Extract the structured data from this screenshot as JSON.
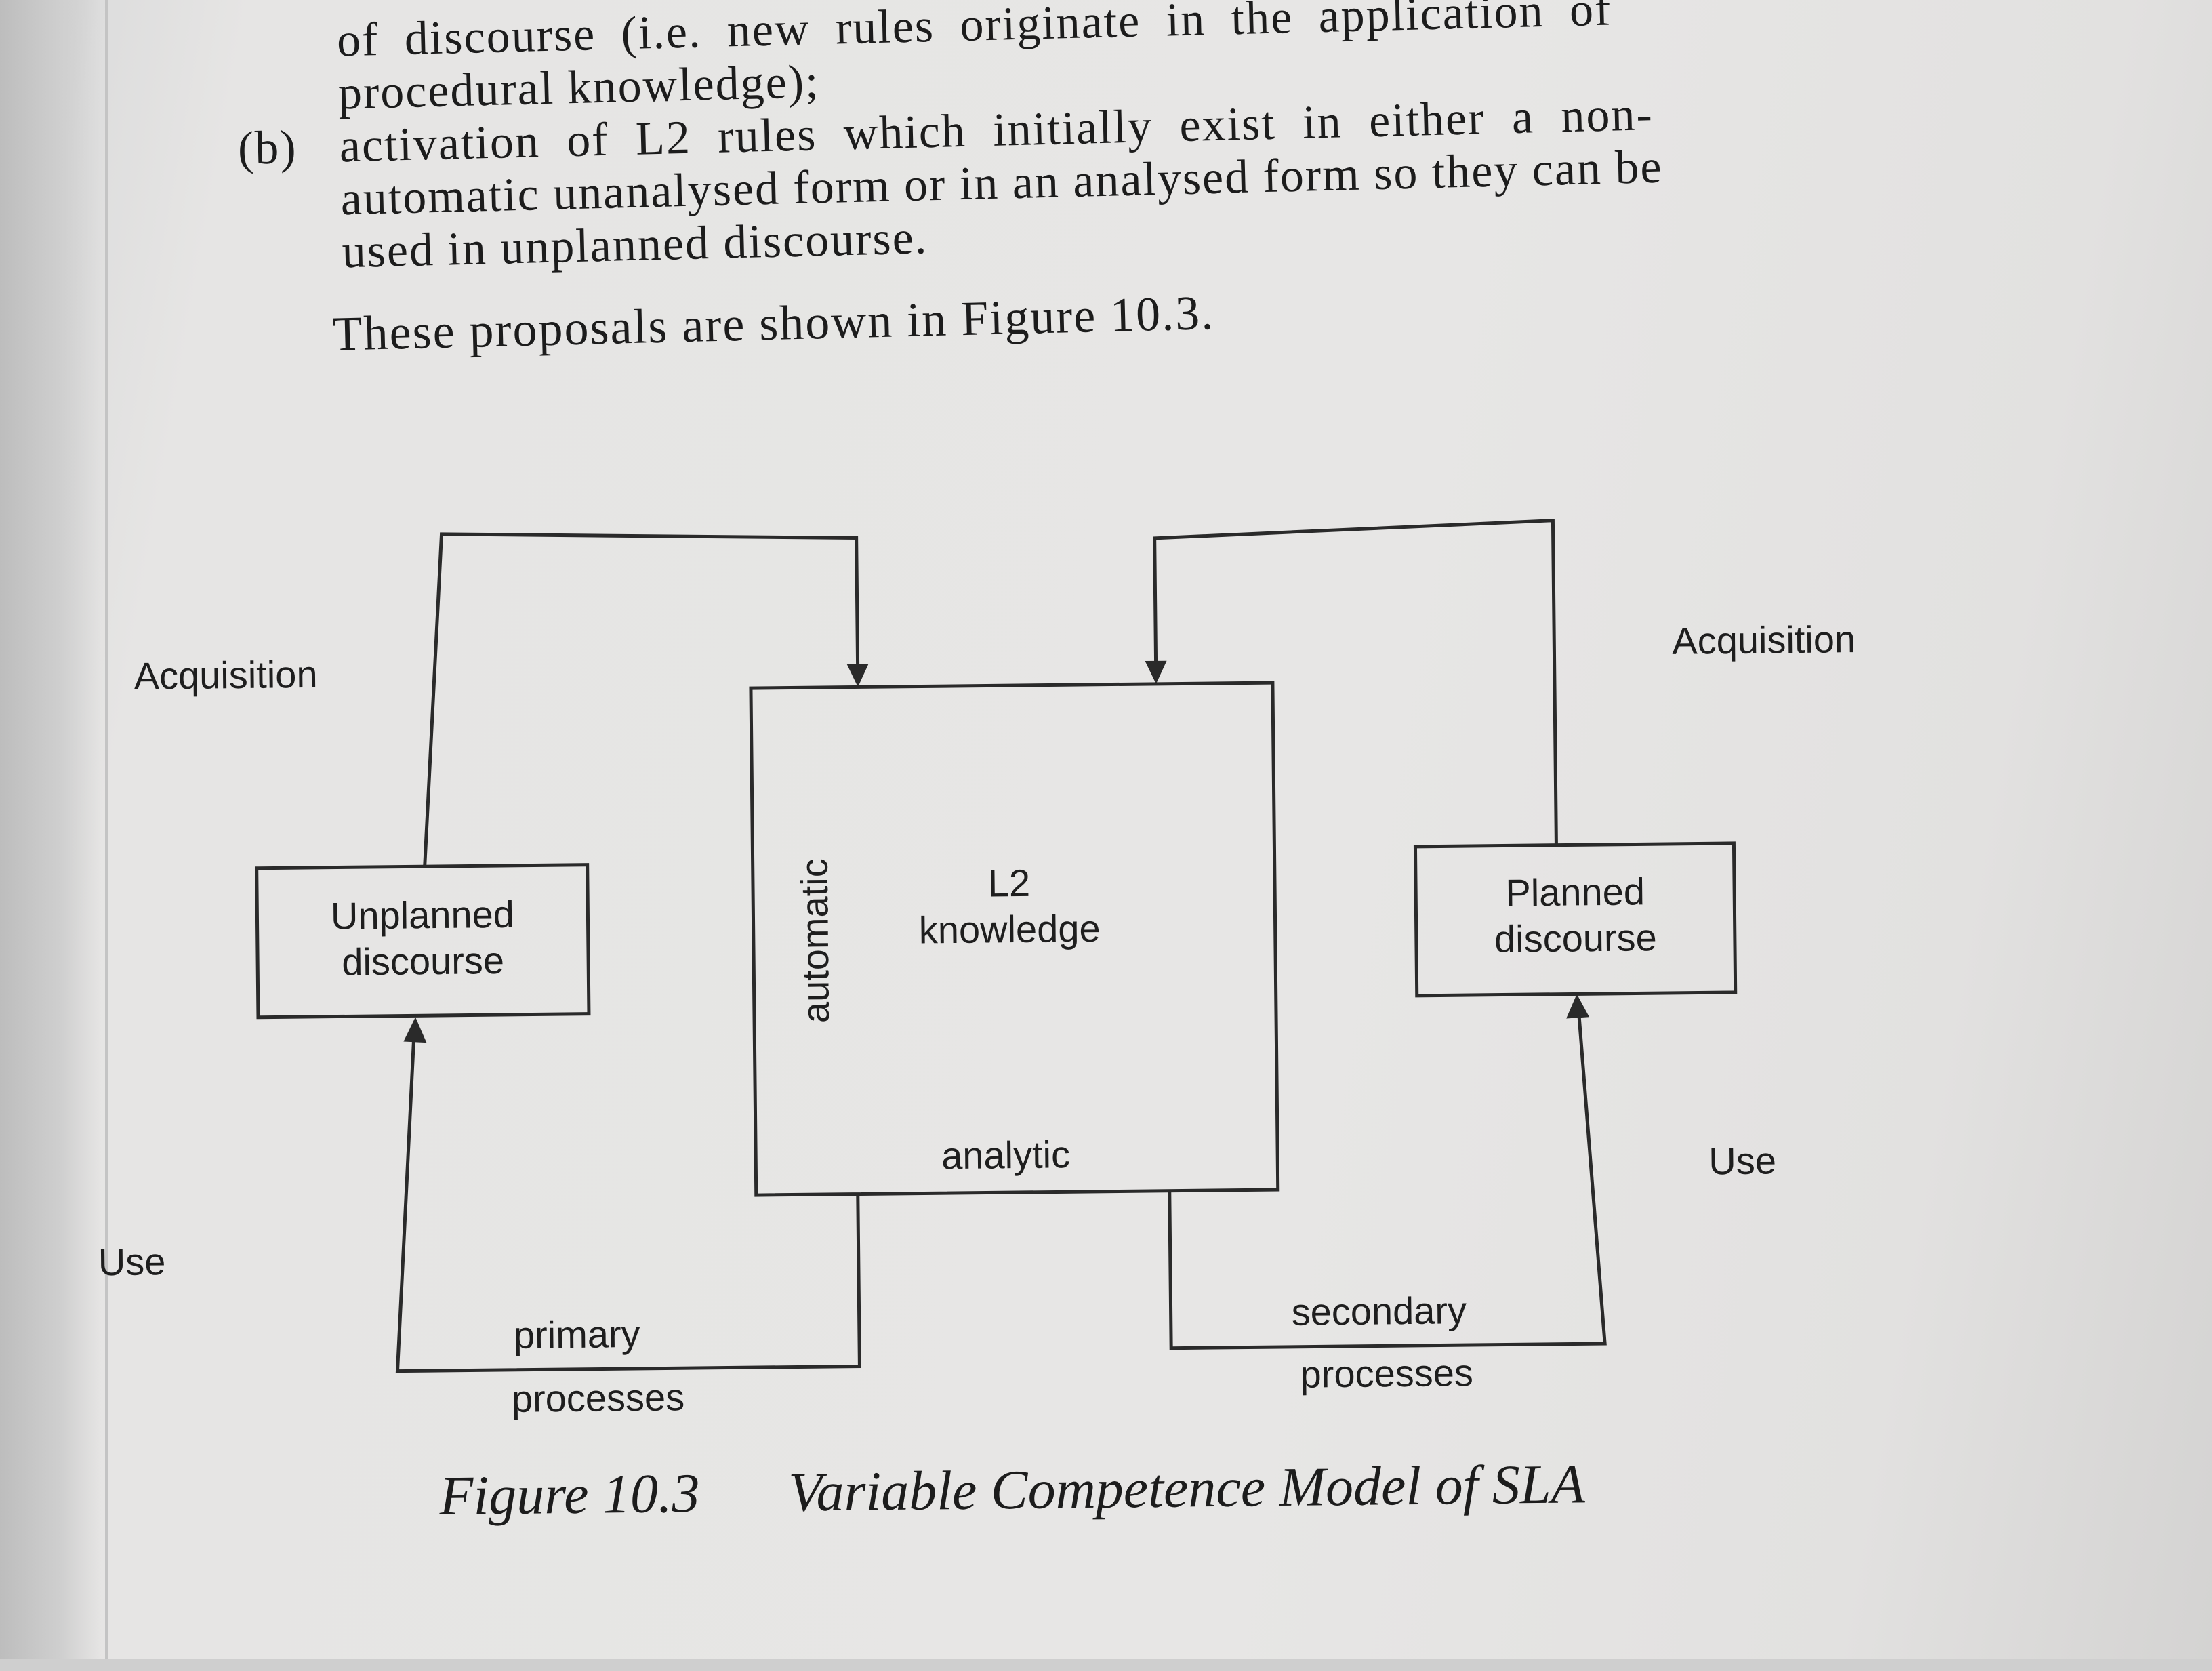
{
  "text": {
    "line_0": "of discourse (i.e. new rules originate in the application of",
    "line_1": "procedural knowledge);",
    "item_b_marker": "(b)",
    "line_2": "activation of L2 rules which initially exist in either a non-",
    "line_3": "automatic unanalysed form or in an analysed form so they can be",
    "line_4": "used in unplanned discourse.",
    "paragraph": "These proposals are shown in Figure 10.3."
  },
  "diagram": {
    "left_acquisition": "Acquisition",
    "right_acquisition": "Acquisition",
    "left_use": "Use",
    "right_use": "Use",
    "unplanned_line1": "Unplanned",
    "unplanned_line2": "discourse",
    "planned_line1": "Planned",
    "planned_line2": "discourse",
    "l2_line1": "L2",
    "l2_line2": "knowledge",
    "automatic": "automatic",
    "analytic": "analytic",
    "primary": "primary",
    "primary_processes": "processes",
    "secondary": "secondary",
    "secondary_processes": "processes"
  },
  "caption": {
    "number": "Figure 10.3",
    "title": "Variable Competence Model of SLA"
  }
}
